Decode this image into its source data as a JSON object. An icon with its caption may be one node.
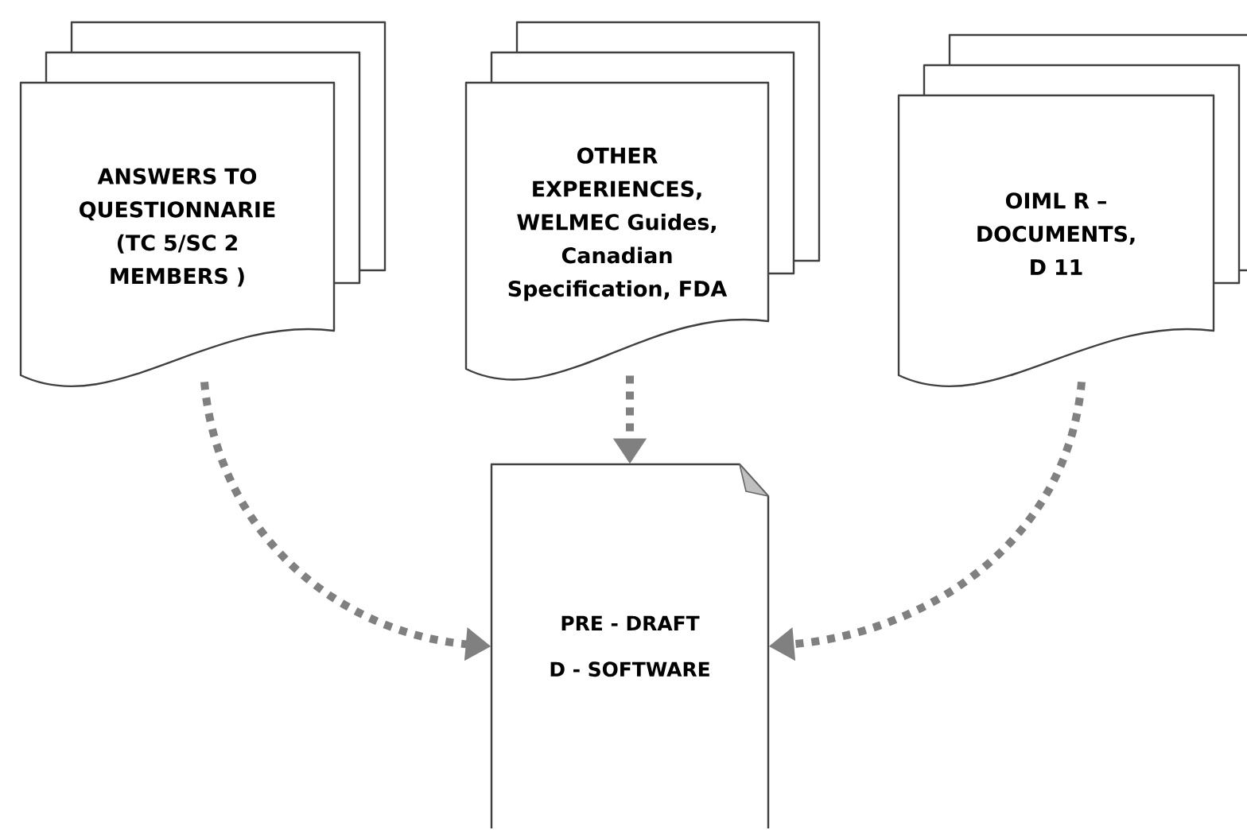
{
  "diagram": {
    "nodes": [
      {
        "text": [
          "ANSWERS TO QUESTIONNARIE (TC 5/SC 2 MEMBERS )"
        ]
      },
      {
        "text": [
          "OTHER EXPERIENCES, WELMEC Guides, Canadian Specification, FDA"
        ]
      },
      {
        "text": [
          "OIML R – DOCUMENTS, D 11"
        ]
      },
      {
        "text": [
          "PRE - DRAFT",
          "D - SOFTWARE"
        ]
      }
    ],
    "edges": [
      {
        "from": 0,
        "to": 3,
        "arrow": "to",
        "style": "dashed"
      },
      {
        "from": 1,
        "to": 3,
        "arrow": "to",
        "style": "dashed"
      },
      {
        "from": 2,
        "to": 3,
        "arrow": "to",
        "style": "dashed"
      }
    ]
  }
}
